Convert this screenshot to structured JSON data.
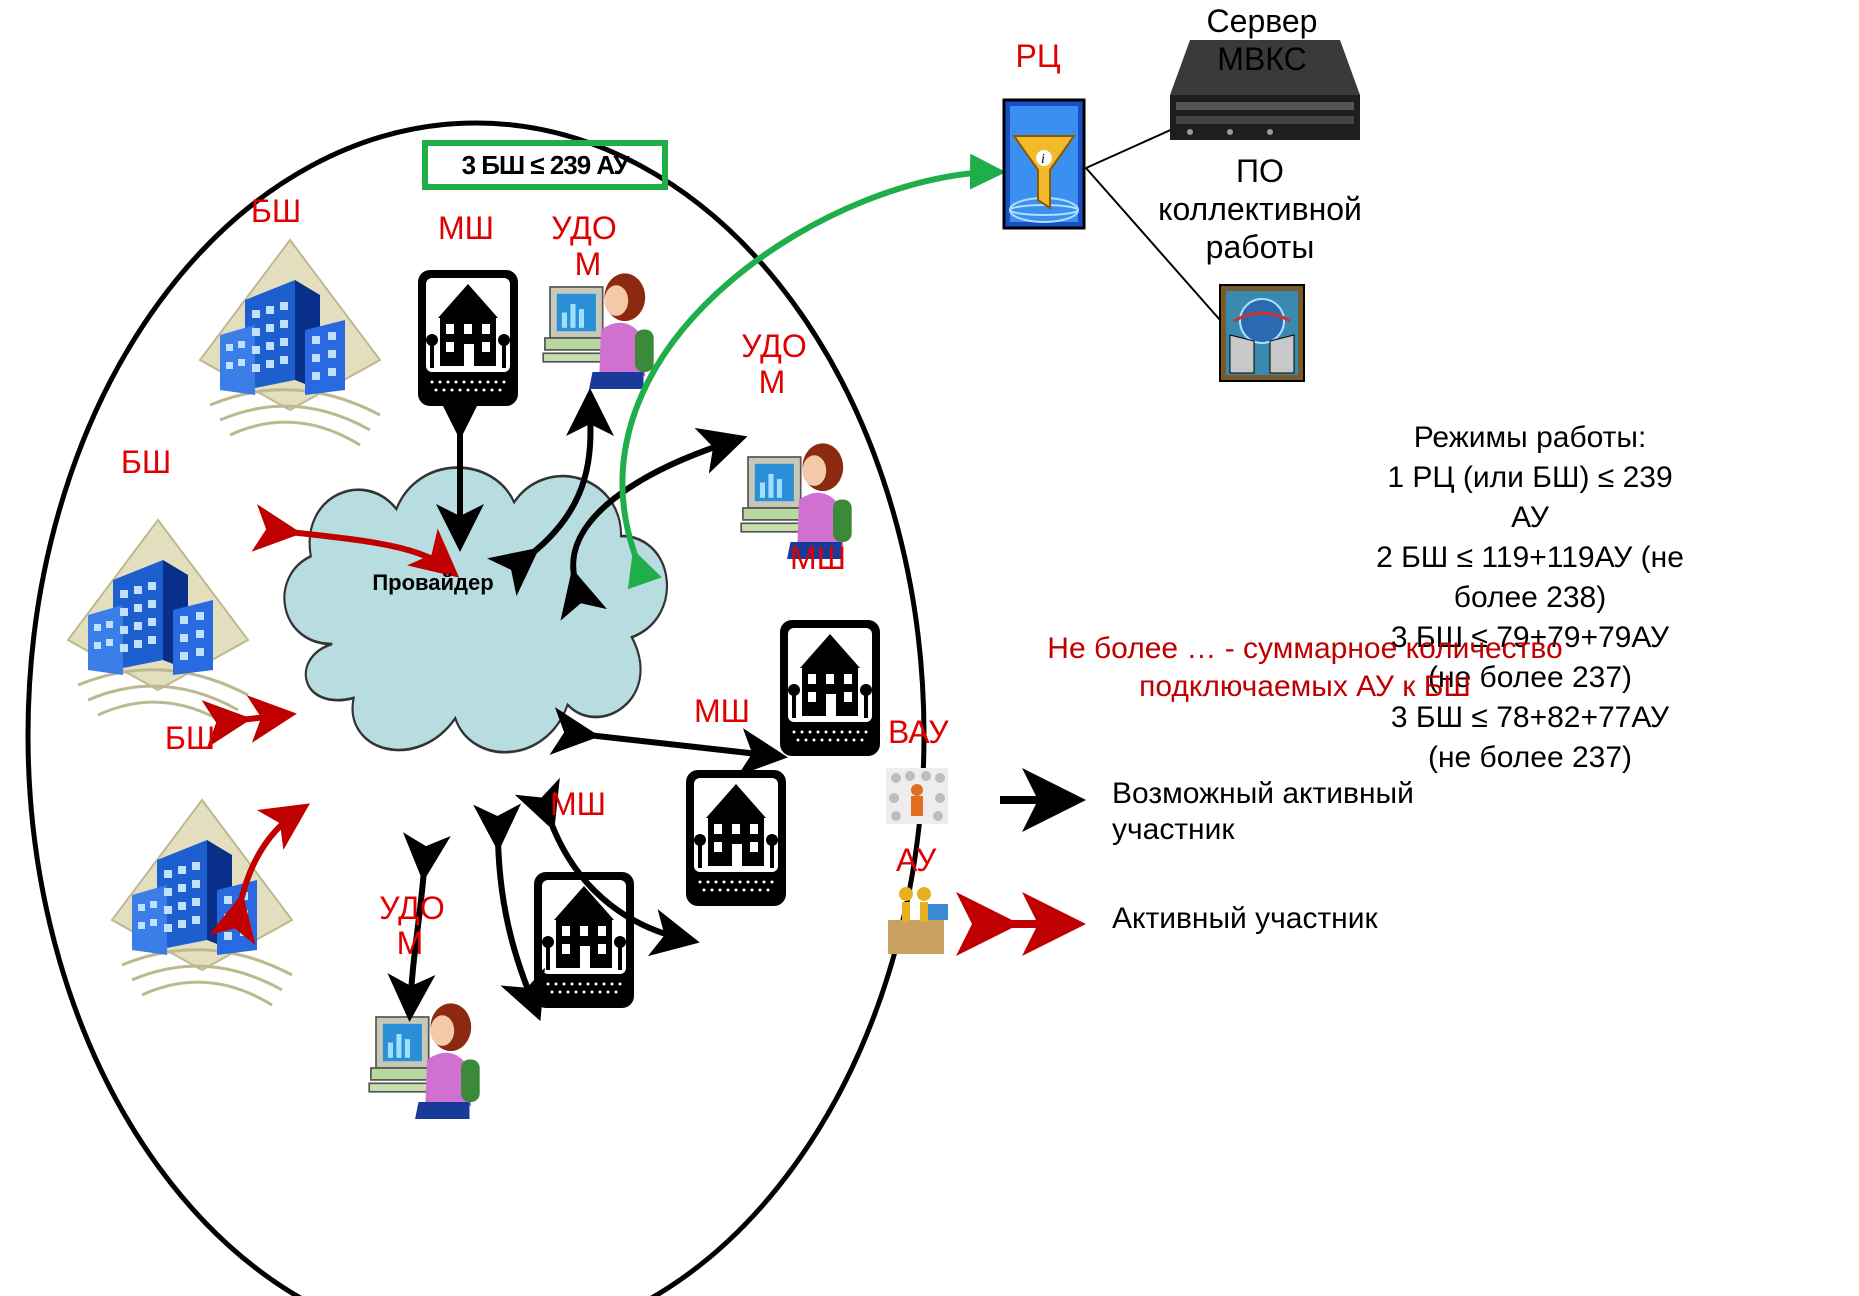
{
  "badge": "3 БШ ≤ 239 АУ",
  "provider": "Провайдер",
  "labels": {
    "bsh1": "БШ",
    "bsh2": "БШ",
    "bsh3": "БШ",
    "msh1": "МШ",
    "msh2": "МШ",
    "msh3": "МШ",
    "msh4": "МШ",
    "udo1_a": "УДО",
    "udo1_b": "М",
    "udo2_a": "УДО",
    "udo2_b": "М",
    "udo3_a": "УДО",
    "udo3_b": "М",
    "rc": "РЦ"
  },
  "server": {
    "title_line1": "Сервер",
    "title_line2": "МВКС",
    "software_line1": "ПО",
    "software_line2": "коллективной",
    "software_line3": "работы"
  },
  "modes": {
    "title": "Режимы работы:",
    "lines": [
      "1 РЦ (или БШ) ≤ 239 АУ",
      "2 БШ ≤ 119+119АУ (не более 238)",
      "3 БШ ≤ 79+79+79АУ (не более 237)",
      "3 БШ ≤ 78+82+77АУ (не более 237)"
    ]
  },
  "note": {
    "line1": "Не более … - суммарное количество",
    "line2": "подключаемых АУ к БШ"
  },
  "legend": {
    "vau_label": "ВАУ",
    "au_label": "АУ",
    "possible_line1": "Возможный активный",
    "possible_line2": "участник",
    "active": "Активный участник"
  },
  "colors": {
    "green_arrow": "#1fae4a",
    "red_arrow": "#c00000",
    "black_arrow": "#000000",
    "cloud": "#b8dde0",
    "building": "#1e5fd0",
    "label_red": "#e00000"
  }
}
